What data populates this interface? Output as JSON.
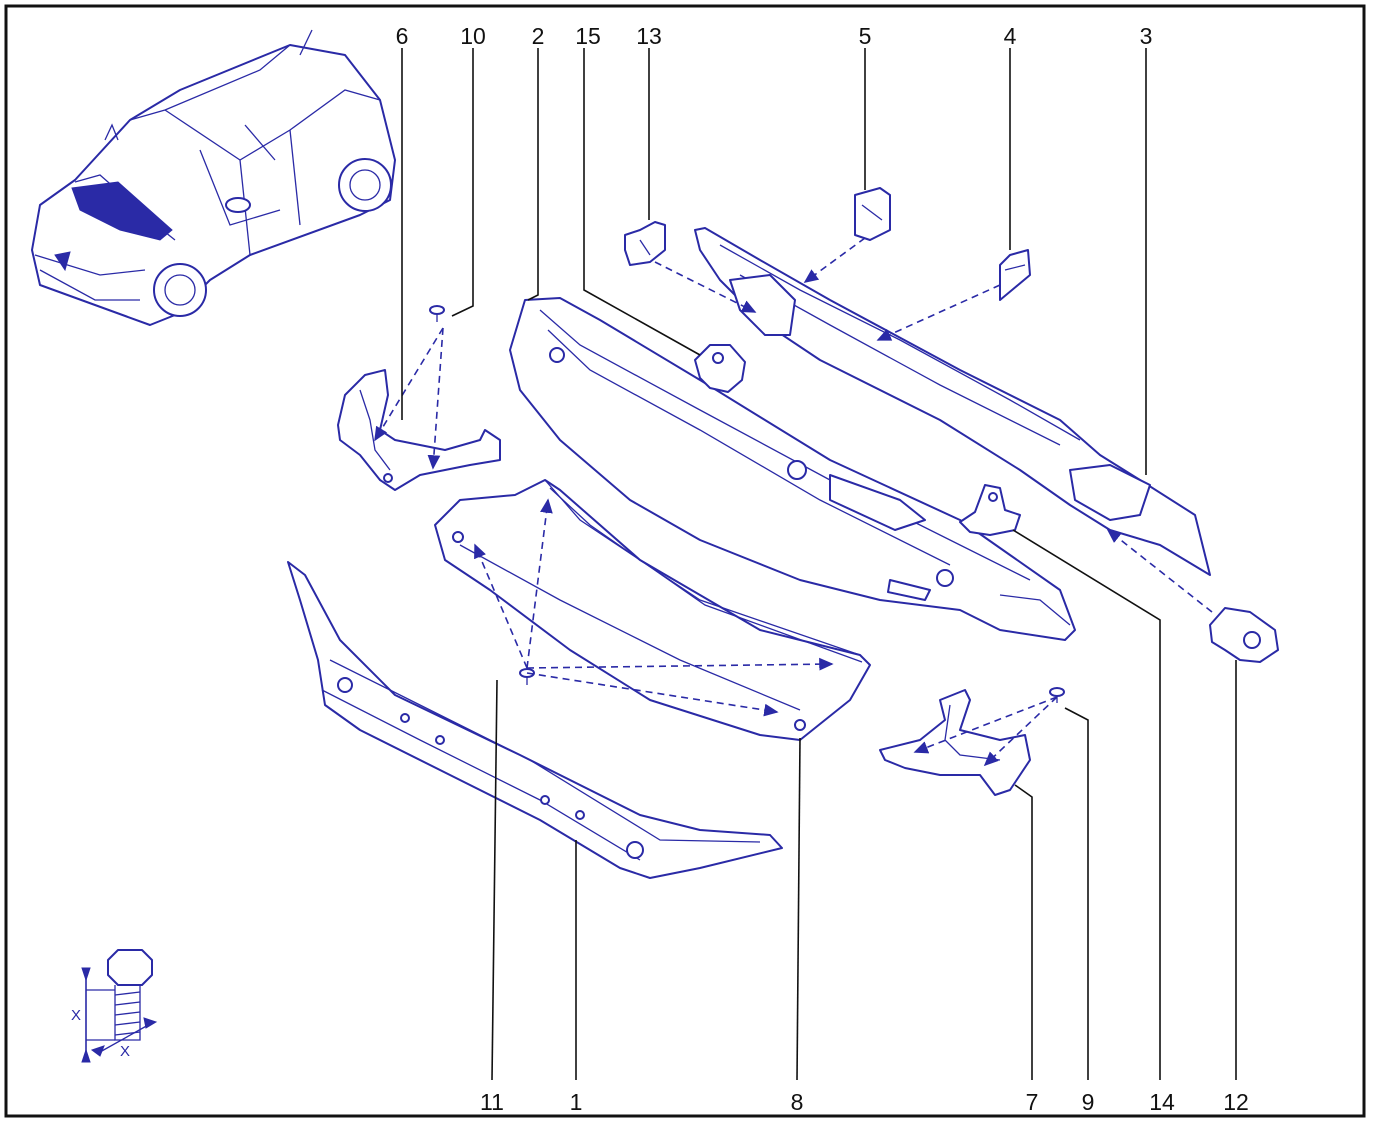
{
  "callouts": {
    "n1": "1",
    "n2": "2",
    "n3": "3",
    "n4": "4",
    "n5": "5",
    "n6": "6",
    "n7": "7",
    "n8": "8",
    "n9": "9",
    "n10": "10",
    "n11": "11",
    "n12": "12",
    "n13": "13",
    "n14": "14",
    "n15": "15"
  },
  "legend": {
    "x_label_1": "X",
    "x_label_2": "X"
  },
  "colors": {
    "line_art": "#2a2aa6",
    "frame": "#111111"
  }
}
